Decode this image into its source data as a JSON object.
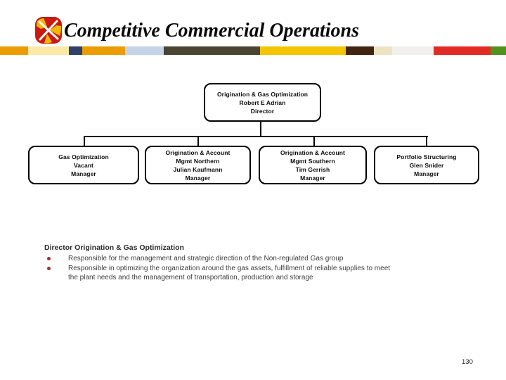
{
  "slide": {
    "title": "Competitive Commercial Operations",
    "page_number": "130"
  },
  "stripe": {
    "segments": [
      {
        "color": "#EB9C00",
        "width": 40
      },
      {
        "color": "#FBE9A6",
        "width": 58
      },
      {
        "color": "#2E4169",
        "width": 19
      },
      {
        "color": "#EB9C00",
        "width": 61
      },
      {
        "color": "#C5D4E8",
        "width": 55
      },
      {
        "color": "#4A4433",
        "width": 137
      },
      {
        "color": "#F2C500",
        "width": 122
      },
      {
        "color": "#402512",
        "width": 40
      },
      {
        "color": "#EDE2C1",
        "width": 26
      },
      {
        "color": "#F2F0ED",
        "width": 59
      },
      {
        "color": "#E32B25",
        "width": 81
      },
      {
        "color": "#52911E",
        "width": 22
      }
    ]
  },
  "logo": {
    "name": "pinwheel-logo",
    "red": "#C91A12",
    "yellow": "#F3B700"
  },
  "org_chart": {
    "root": {
      "lines": {
        "0": "Origination & Gas Optimization",
        "1": "Robert E Adrian",
        "2": "Director"
      }
    },
    "children": [
      {
        "lines": {
          "0": "Gas Optimization",
          "1": "Vacant",
          "2": "Manager"
        }
      },
      {
        "lines": {
          "0": "Origination & Account",
          "1": "Mgmt Northern",
          "2": "Julian Kaufmann",
          "3": "Manager"
        }
      },
      {
        "lines": {
          "0": "Origination & Account",
          "1": "Mgmt Southern",
          "2": "Tim Gerrish",
          "3": "Manager"
        }
      },
      {
        "lines": {
          "0": "Portfolio Structuring",
          "1": "Glen Snider",
          "2": "Manager"
        }
      }
    ]
  },
  "description": {
    "heading": "Director Origination & Gas Optimization",
    "bullet_color": "#993333",
    "bullets": [
      {
        "lines": {
          "0": "Responsible for the management and strategic direction of the Non-regulated Gas group"
        }
      },
      {
        "lines": {
          "0": "Responsible in optimizing the organization around the gas assets, fulfillment of reliable supplies to meet",
          "1": "the plant needs and the management of transportation, production and storage"
        }
      }
    ]
  }
}
